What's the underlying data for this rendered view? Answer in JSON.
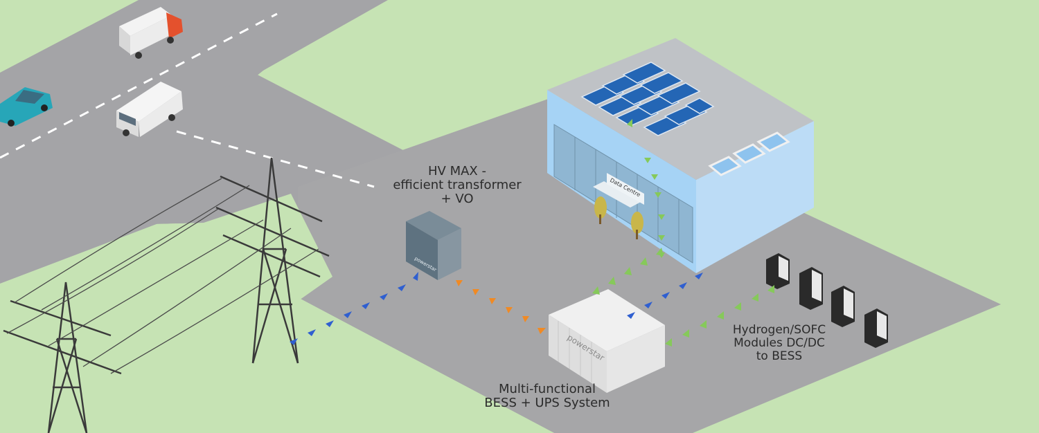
{
  "labels": {
    "hv_max": {
      "line1": "HV MAX -",
      "line2": "efficient transformer",
      "line3": "+ VO"
    },
    "bess": {
      "line1": "Multi-functional",
      "line2": "BESS + UPS System"
    },
    "hydrogen": {
      "line1": "Hydrogen/SOFC",
      "line2": "Modules DC/DC",
      "line3": "to BESS"
    },
    "data_centre_sign": "Data Centre",
    "container_brand": "powerstar",
    "transformer_brand": "powerstar"
  },
  "colors": {
    "grass": "#c6e3b4",
    "road": "#a4a4a7",
    "site": "#a6a6a8",
    "flow_grid": "#2f5fd0",
    "flow_transformer": "#f08a24",
    "flow_green": "#86c95a"
  },
  "icons": [
    "pylon-icon",
    "truck-icon",
    "van-icon",
    "car-icon",
    "transformer-icon",
    "bess-container-icon",
    "solar-panel-icon",
    "hydrogen-module-icon",
    "tree-icon"
  ]
}
